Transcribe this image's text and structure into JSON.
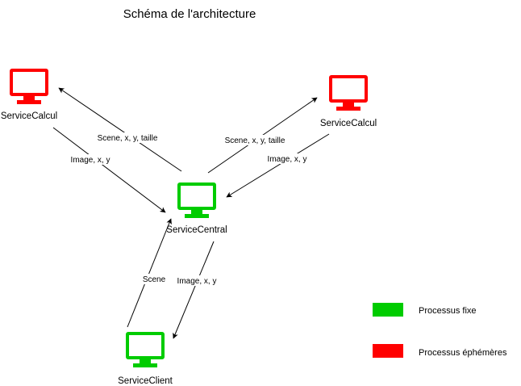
{
  "title": "Schéma de l'architecture",
  "colors": {
    "fixed": "#00cc00",
    "ephemeral": "#ff0000"
  },
  "nodes": {
    "calcul_left": {
      "label": "ServiceCalcul",
      "kind": "ephemeral",
      "icon": "monitor-icon"
    },
    "calcul_right": {
      "label": "ServiceCalcul",
      "kind": "ephemeral",
      "icon": "monitor-icon"
    },
    "central": {
      "label": "ServiceCentral",
      "kind": "fixed",
      "icon": "monitor-icon"
    },
    "client": {
      "label": "ServiceClient",
      "kind": "fixed",
      "icon": "monitor-icon"
    }
  },
  "edges": [
    {
      "from": "central",
      "to": "calcul_left",
      "label": "Scene, x, y, taille"
    },
    {
      "from": "calcul_left",
      "to": "central",
      "label": "Image, x, y"
    },
    {
      "from": "central",
      "to": "calcul_right",
      "label": "Scene, x, y, taille"
    },
    {
      "from": "calcul_right",
      "to": "central",
      "label": "Image, x, y"
    },
    {
      "from": "client",
      "to": "central",
      "label": "Scene"
    },
    {
      "from": "central",
      "to": "client",
      "label": "Image, x, y"
    }
  ],
  "legend": {
    "fixed_label": "Processus fixe",
    "ephemeral_label": "Processus éphémères"
  }
}
